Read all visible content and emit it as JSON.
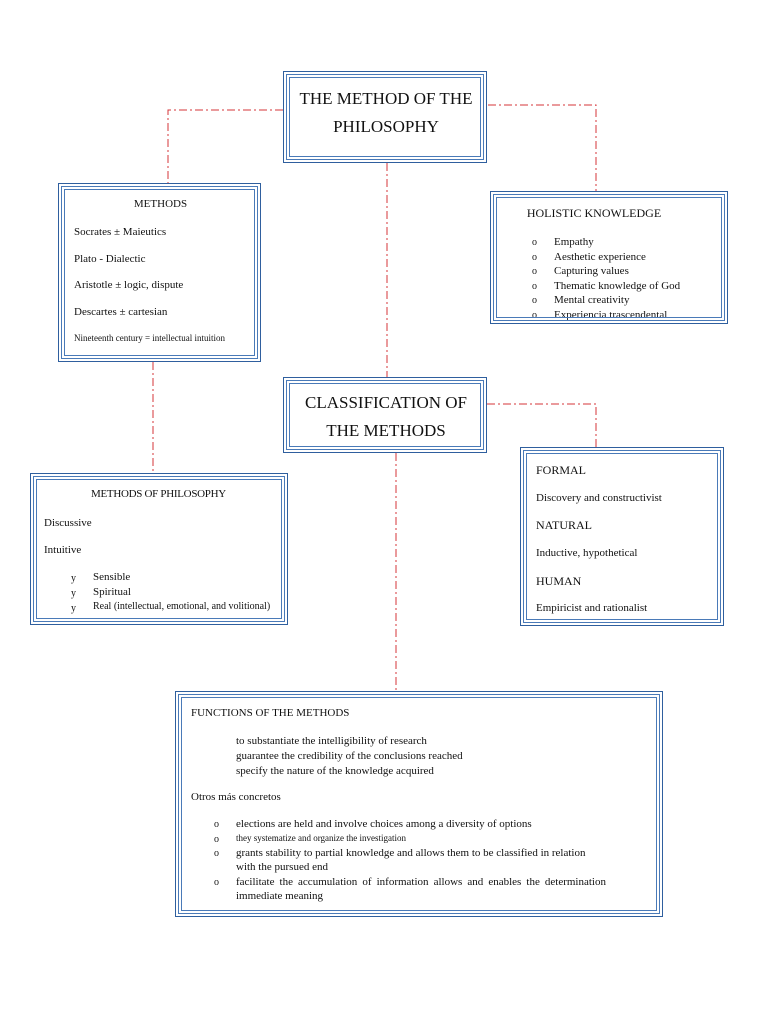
{
  "main_title": {
    "line1": "THE METHOD OF THE",
    "line2": "PHILOSOPHY"
  },
  "methods_box": {
    "heading": "METHODS",
    "items": [
      "Socrates ± Maieutics",
      "Plato  -  Dialectic",
      "Aristotle ± logic, dispute",
      "Descartes ± cartesian",
      "Nineteenth century = intellectual intuition"
    ]
  },
  "holistic_box": {
    "heading": "HOLISTIC KNOWLEDGE",
    "bullet": "o",
    "items": [
      "Empathy",
      "Aesthetic experience",
      "Capturing values",
      "Thematic knowledge of God",
      "Mental creativity",
      "Experiencia trascendental"
    ]
  },
  "classification_title": {
    "line1": "CLASSIFICATION OF",
    "line2": "THE METHODS"
  },
  "philosophy_methods_box": {
    "heading": "METHODS OF PHILOSOPHY",
    "items": [
      "Discussive",
      "Intuitive"
    ],
    "bullet": "y",
    "subitems": [
      "Sensible",
      "Spiritual",
      "Real (intellectual, emotional, and volitional)"
    ]
  },
  "types_box": {
    "items": [
      {
        "label": "FORMAL",
        "desc": "Discovery and constructivist"
      },
      {
        "label": "NATURAL",
        "desc": "Inductive, hypothetical"
      },
      {
        "label": "HUMAN",
        "desc": "Empiricist and rationalist"
      }
    ]
  },
  "functions_box": {
    "heading": "FUNCTIONS OF THE METHODS",
    "square_bullet": "",
    "functions": [
      "to substantiate the intelligibility of research",
      "guarantee the credibility of the conclusions reached",
      "specify the nature of the knowledge acquired"
    ],
    "subheading": "Otros más concretos",
    "bullet": "o",
    "specific": [
      {
        "lines": [
          "elections are held and involve choices among a diversity of options"
        ]
      },
      {
        "lines": [
          "they systematize and organize the investigation"
        ]
      },
      {
        "lines": [
          "grants stability to partial knowledge and allows them to be classified in relation",
          "with the pursued end"
        ]
      },
      {
        "lines": [
          "facilitate  the  accumulation  of  information  allows  and  enables  the  determination",
          "immediate meaning"
        ]
      }
    ]
  },
  "colors": {
    "border": "#4a7ab8",
    "connector": "#d6343a"
  }
}
